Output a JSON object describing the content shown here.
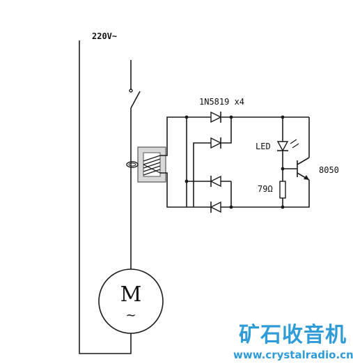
{
  "supply": {
    "label": "220V~"
  },
  "diodes": {
    "label": "1N5819 x4"
  },
  "led": {
    "label": "LED"
  },
  "resistor": {
    "label": "79Ω"
  },
  "transistor": {
    "label": "8050"
  },
  "motor": {
    "letter": "M",
    "symbol": "~"
  },
  "watermark": {
    "name": "矿石收音机",
    "url": "www.crystalradio.cn",
    "color": "#2f9bd7"
  }
}
